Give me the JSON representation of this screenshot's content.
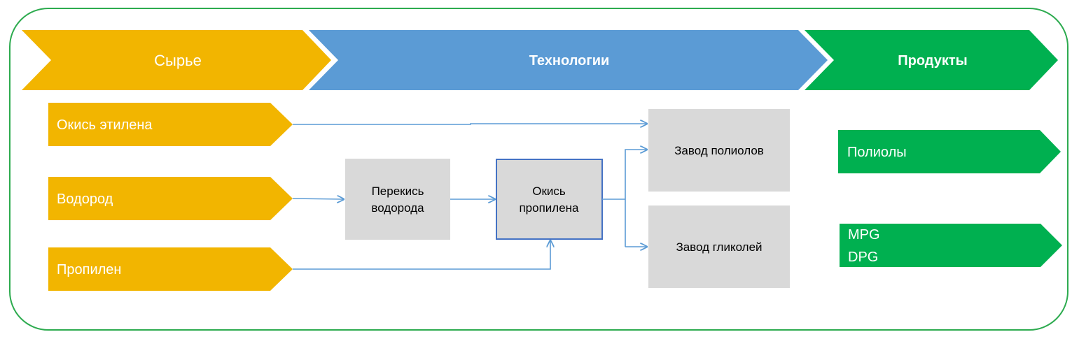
{
  "colors": {
    "raw": "#f2b500",
    "tech": "#5b9bd5",
    "product": "#00b050",
    "box_fill": "#d9d9d9",
    "box_border_highlight": "#4472c4",
    "arrow": "#5b9bd5",
    "frame": "#2dab4f"
  },
  "header": {
    "raw": "Сырье",
    "tech": "Технологии",
    "products": "Продукты"
  },
  "raw_materials": [
    "Окись этилена",
    "Водород",
    "Пропилен"
  ],
  "process": {
    "peroxide": [
      "Перекись",
      "водорода"
    ],
    "propylene_oxide": [
      "Окись",
      "пропилена"
    ],
    "polyol_plant": "Завод полиолов",
    "glycol_plant": "Завод гликолей"
  },
  "products": {
    "polyols": "Полиолы",
    "glycols": [
      "MPG",
      "DPG"
    ]
  }
}
